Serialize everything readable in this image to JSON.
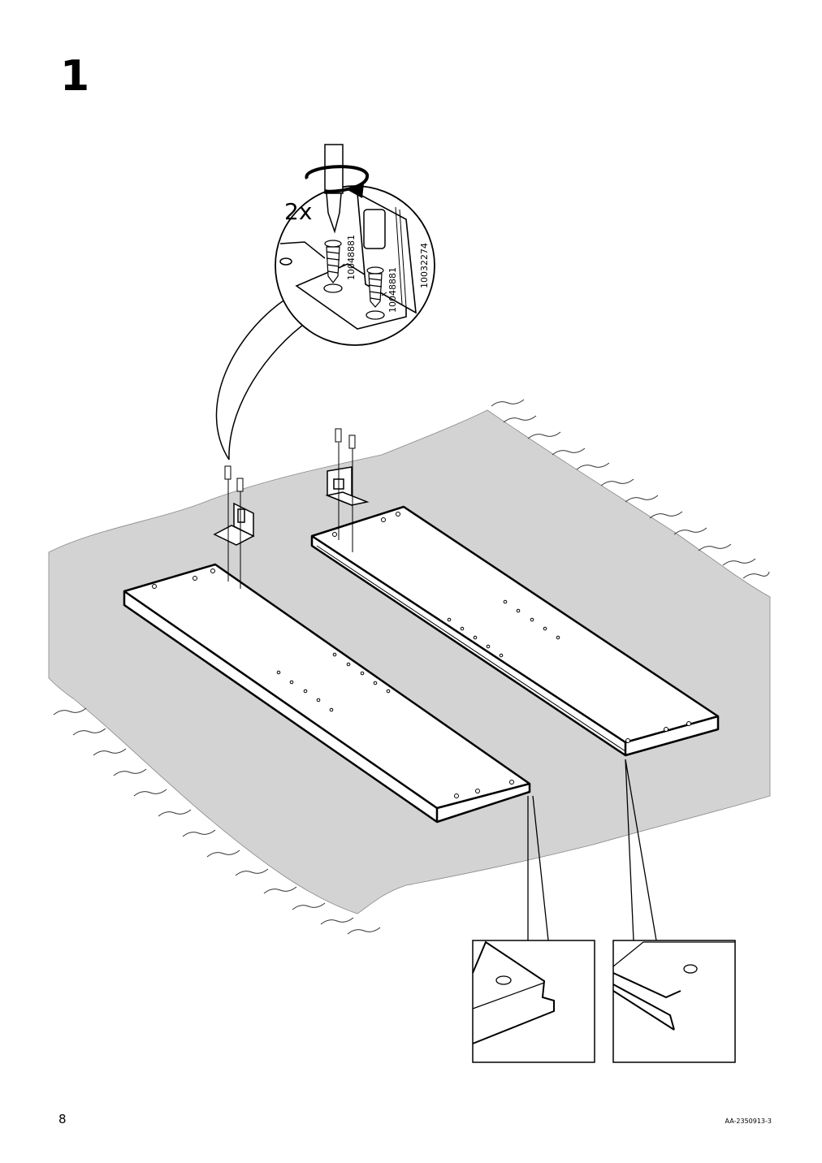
{
  "step": {
    "number": "1"
  },
  "detail": {
    "quantity": "2x",
    "part_number_screw": "10048881",
    "part_number_bracket": "10032274"
  },
  "footer": {
    "page_number": "8",
    "document_code": "AA-2350913-3"
  }
}
